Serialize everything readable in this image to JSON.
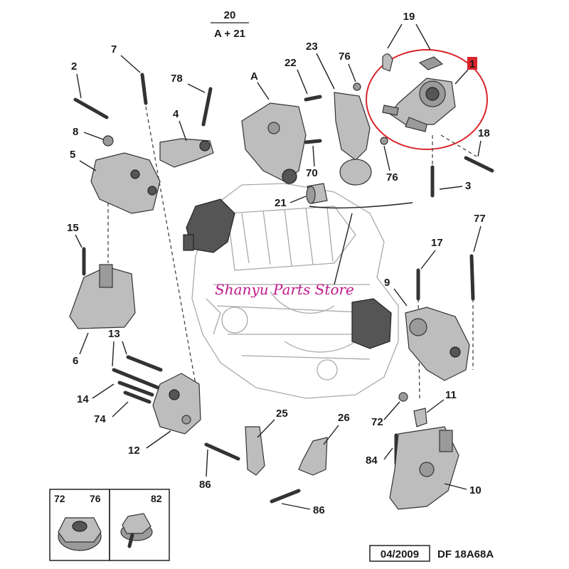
{
  "header": {
    "group_number": "20",
    "group_formula": "A + 21"
  },
  "callouts": {
    "c19": "19",
    "c1": "1",
    "c18": "18",
    "c3": "3",
    "c23": "23",
    "c22": "22",
    "c76a": "76",
    "c76b": "76",
    "c_a": "A",
    "c70": "70",
    "c21": "21",
    "c7": "7",
    "c78": "78",
    "c2": "2",
    "c4": "4",
    "c8": "8",
    "c5": "5",
    "c15": "15",
    "c6": "6",
    "c13": "13",
    "c14": "14",
    "c74": "74",
    "c12": "12",
    "c77": "77",
    "c17": "17",
    "c9": "9",
    "c25": "25",
    "c26": "26",
    "c86a": "86",
    "c86b": "86",
    "c11": "11",
    "c72": "72",
    "c84": "84",
    "c10": "10"
  },
  "legend_boxes": [
    {
      "labels": [
        "72",
        "76"
      ],
      "icon": "flange-nut-icon"
    },
    {
      "labels": [
        "82"
      ],
      "icon": "flange-bolt-icon"
    }
  ],
  "watermark": "Shanyu  Parts Store",
  "footer": {
    "date": "04/2009",
    "reference": "DF 18A68A"
  },
  "highlight": {
    "color": "#d9252a",
    "callout_fill": "#d9252a"
  }
}
